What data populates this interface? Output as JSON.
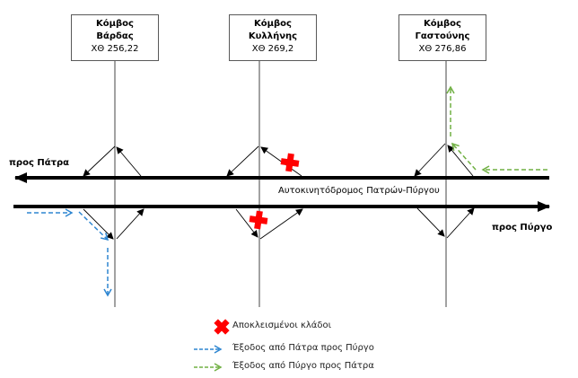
{
  "nodes": [
    {
      "title": "Κόμβος",
      "name": "Βάρδας",
      "chainage": "ΧΘ 256,22"
    },
    {
      "title": "Κόμβος",
      "name": "Κυλλήνης",
      "chainage": "ΧΘ 269,2"
    },
    {
      "title": "Κόμβος",
      "name": "Γαστούνης",
      "chainage": "ΧΘ 276,86"
    }
  ],
  "road": {
    "name": "Αυτοκινητόδρομος Πατρών-Πύργου",
    "direction_left": "προς Πάτρα",
    "direction_right": "προς Πύργο"
  },
  "legend": {
    "closed_ramps": "Αποκλεισμένοι κλάδοι",
    "exit_patra_pyrgos": "Έξοδος από Πάτρα προς Πύργο",
    "exit_pyrgos_patra": "Έξοδος από Πύργο προς Πάτρα"
  },
  "colors": {
    "closed": "#ff0000",
    "blue_route": "#2e86d1",
    "green_route": "#70b043",
    "road": "#000000"
  }
}
